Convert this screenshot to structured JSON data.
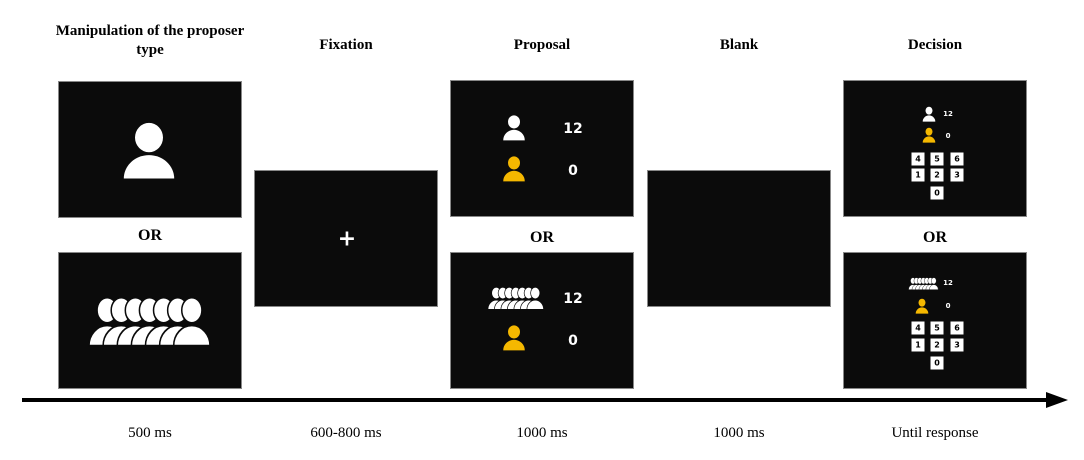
{
  "colors": {
    "screen": "#0b0b0b",
    "self": "#ffffff",
    "receiver": "#f5b800"
  },
  "stages": [
    {
      "title": "Manipulation of the proposer type",
      "time": "500 ms"
    },
    {
      "title": "Fixation",
      "time": "600-800 ms",
      "symbol": "+"
    },
    {
      "title": "Proposal",
      "time": "1000 ms"
    },
    {
      "title": "Blank",
      "time": "1000 ms"
    },
    {
      "title": "Decision",
      "time": "Until response"
    }
  ],
  "or_label": "OR",
  "offer": {
    "proposer_amount": "12",
    "receiver_amount": "0"
  },
  "keypad": [
    "4",
    "5",
    "6",
    "1",
    "2",
    "3",
    "0"
  ],
  "icons": {
    "individual": "person-icon",
    "group": "group-icon",
    "receiver": "person-icon"
  }
}
